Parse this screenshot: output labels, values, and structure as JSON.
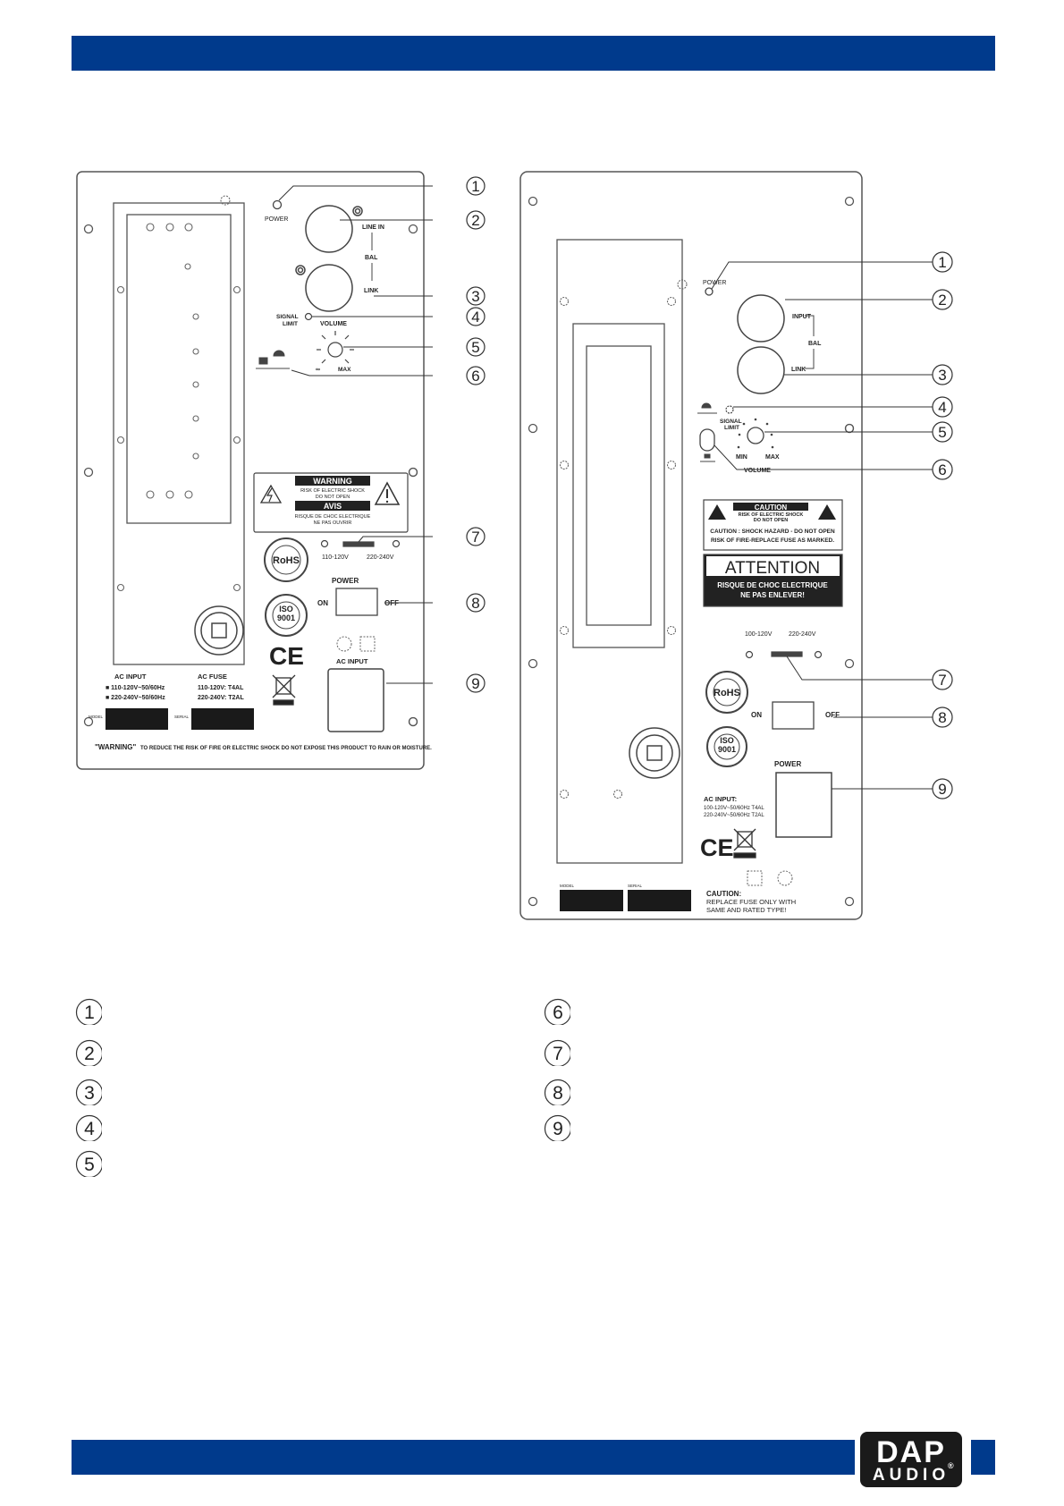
{
  "logo": {
    "brand": "DAP",
    "sub": "AUDIO",
    "reg": "®"
  },
  "callouts": [
    "1",
    "2",
    "3",
    "4",
    "5",
    "6",
    "7",
    "8",
    "9"
  ],
  "panel_left": {
    "power": "POWER",
    "line_in": "LINE IN",
    "bal": "BAL",
    "link": "LINK",
    "signal": "SIGNAL",
    "limit": "LIMIT",
    "volume": "VOLUME",
    "vol_min": "∞",
    "vol_max": "MAX",
    "warning": "WARNING",
    "warn_line1": "RISK OF ELECTRIC SHOCK",
    "warn_line2": "DO NOT OPEN",
    "avis": "AVIS",
    "avis_line1": "RISQUE DE CHOC ELECTRIQUE",
    "avis_line2": "NE PAS OUVRIR",
    "v110": "110-120V",
    "v220": "220-240V",
    "rohs": "RoHS",
    "power_switch": "POWER",
    "on": "ON",
    "off": "OFF",
    "iso": "ISO",
    "iso_num": "9001",
    "ce": "CE",
    "ac_input": "AC INPUT",
    "ac_input_title": "AC INPUT",
    "ac_in_1": "■ 110-120V~50/60Hz",
    "ac_in_2": "■ 220-240V~50/60Hz",
    "ac_fuse_title": "AC FUSE",
    "ac_fuse_1": "110-120V: T4AL",
    "ac_fuse_2": "220-240V: T2AL",
    "model": "MODEL",
    "serial": "SERIAL",
    "warning_bottom_a": "\"WARNING\"",
    "warning_bottom_b": "TO REDUCE THE RISK OF FIRE OR ELECTRIC SHOCK DO NOT EXPOSE THIS PRODUCT TO RAIN OR MOISTURE."
  },
  "panel_right": {
    "power": "POWER",
    "input": "INPUT",
    "bal": "BAL",
    "link": "LINK",
    "signal": "SIGNAL",
    "limit": "LIMIT",
    "vol_min": "MIN",
    "vol_max": "MAX",
    "volume": "VOLUME",
    "caution": "CAUTION",
    "caution_1": "RISK OF ELECTRIC SHOCK",
    "caution_2": "DO NOT OPEN",
    "caution_3": "CAUTION : SHOCK HAZARD - DO NOT OPEN",
    "caution_4": "RISK OF FIRE-REPLACE FUSE AS MARKED.",
    "attention": "ATTENTION",
    "attention_1": "RISQUE DE CHOC ELECTRIQUE",
    "attention_2": "NE PAS ENLEVER!",
    "v100": "100-120V",
    "v220": "220-240V",
    "rohs": "RoHS",
    "on": "ON",
    "off": "OFF",
    "iso": "ISO",
    "iso_num": "9001",
    "power_label": "POWER",
    "ac_input": "AC INPUT:",
    "ac_1": "100-120V~50/60Hz T4AL",
    "ac_2": "220-240V~50/60Hz T2AL",
    "ce": "CE",
    "model": "MODEL",
    "serial": "SERIAL",
    "caution_bottom_1": "CAUTION:",
    "caution_bottom_2": "REPLACE FUSE ONLY WITH",
    "caution_bottom_3": "SAME AND RATED TYPE!"
  }
}
